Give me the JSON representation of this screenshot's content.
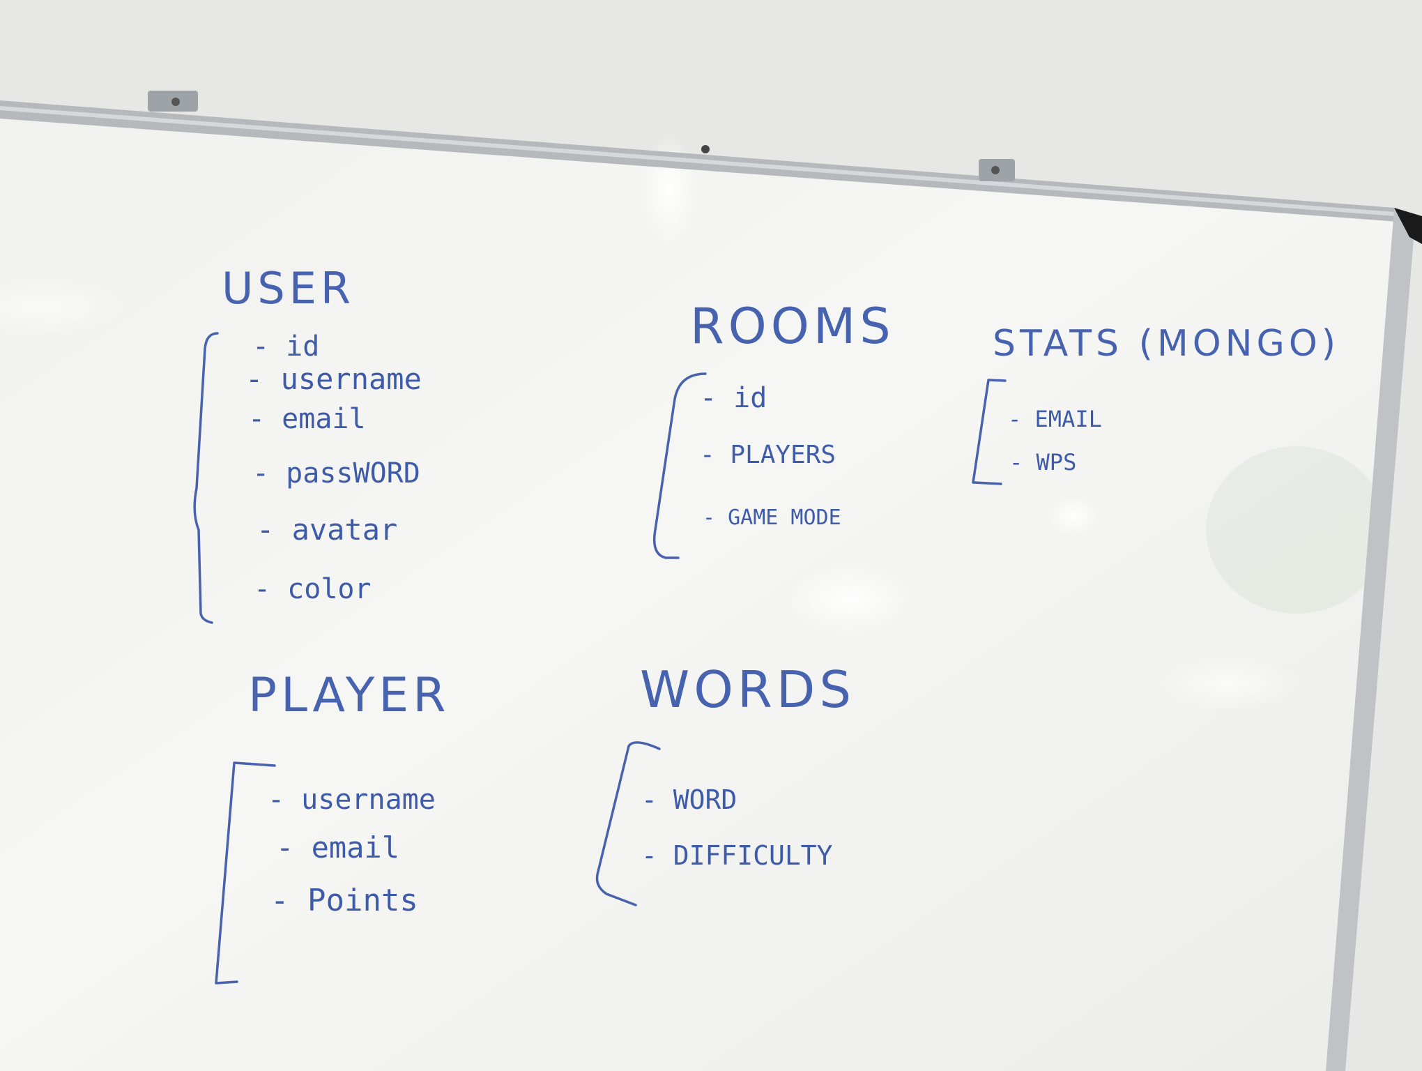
{
  "whiteboard": {
    "colors": {
      "wall": "#e9e9e7",
      "board": "#f3f3f1",
      "frame": "#b8bcbf",
      "marker": "#2f4fa3"
    },
    "sections": {
      "user": {
        "title": "USER",
        "fields": [
          "- id",
          "- username",
          "- email",
          "- passWORD",
          "- avatar",
          "- color"
        ]
      },
      "rooms": {
        "title": "ROOMS",
        "fields": [
          "- id",
          "- PLAYERS",
          "- GAME MODE"
        ]
      },
      "stats": {
        "title": "STATS (MONGO)",
        "fields": [
          "- EMAIL",
          "- WPS"
        ]
      },
      "player": {
        "title": "PLAYER",
        "fields": [
          "- username",
          "- email",
          "- Points"
        ]
      },
      "words": {
        "title": "WORDS",
        "fields": [
          "- WORD",
          "- DIFFICULTY"
        ]
      }
    }
  }
}
